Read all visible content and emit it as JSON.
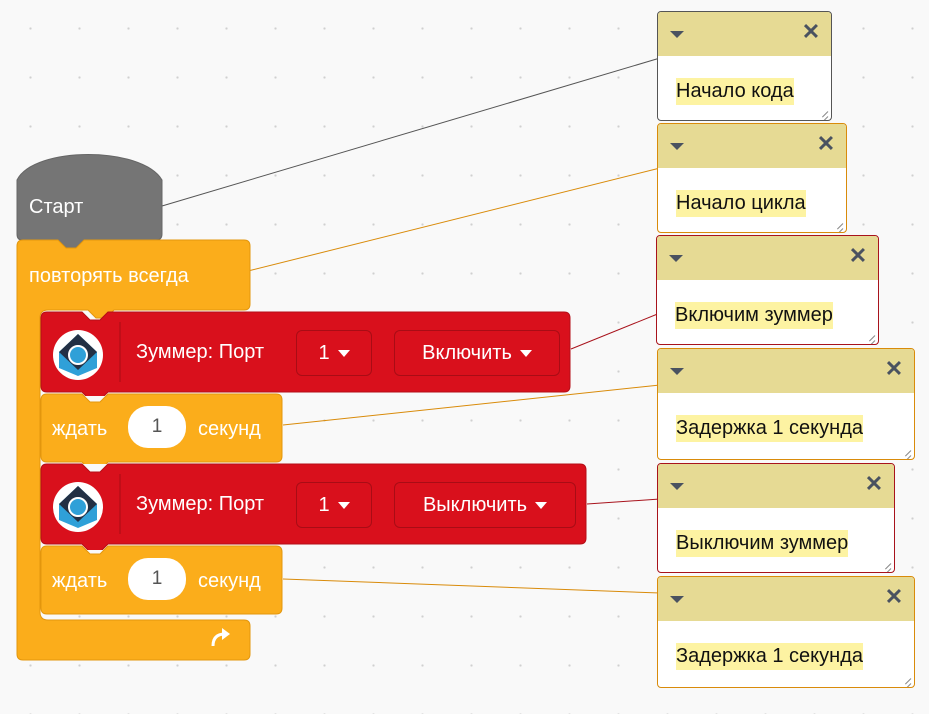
{
  "blocks": {
    "start_label": "Старт",
    "forever_label": "повторять всегда",
    "buzzer_on": {
      "label": "Зуммер: Порт",
      "port": "1",
      "action": "Включить"
    },
    "wait_1": {
      "label": "ждать",
      "value": "1",
      "unit": "секунд"
    },
    "buzzer_off": {
      "label": "Зуммер: Порт",
      "port": "1",
      "action": "Выключить"
    },
    "wait_2": {
      "label": "ждать",
      "value": "1",
      "unit": "секунд"
    }
  },
  "comments": [
    {
      "text": "Начало кода"
    },
    {
      "text": "Начало цикла"
    },
    {
      "text": "Включим зуммер"
    },
    {
      "text": "Задержка 1 секунда"
    },
    {
      "text": "Выключим зуммер"
    },
    {
      "text": "Задержка 1 секунда"
    }
  ],
  "colors": {
    "start": "#757575",
    "control": "#fbad1b",
    "control_dark": "#e3960d",
    "buzzer": "#d9101c",
    "comment_bar": "#e6da94",
    "text_highlight": "#fdf3a2"
  },
  "icons": [
    "buzzer-sensor-icon",
    "caret-down-icon",
    "loop-arrow-icon",
    "collapse-icon",
    "close-icon",
    "resize-icon"
  ]
}
